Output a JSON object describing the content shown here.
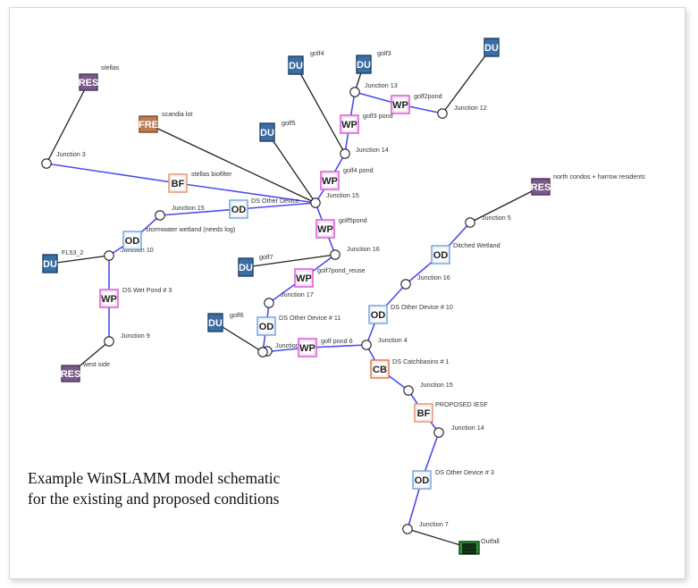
{
  "caption": {
    "line1": "Example WinSLAMM model schematic",
    "line2": "for the existing and proposed conditions"
  },
  "colors": {
    "edge": "#4c4cf0",
    "outfall_line": "#222222",
    "source_fill": "#3a6ea5",
    "res_fill": "#7a5a8a",
    "fre_fill": "#c07a50",
    "wp_fill": "#d84bd0",
    "od_fill": "#6fa0d8",
    "bf_fill": "#d89070",
    "cb_fill": "#d87040",
    "outfall_fill": "#2d9b3a"
  },
  "nodes": [
    {
      "id": "n1",
      "code": "RES",
      "label": "stellas"
    },
    {
      "id": "n2",
      "code": "FRE",
      "label": "scandia lot"
    },
    {
      "id": "n3",
      "code": "DU",
      "label": "golf4"
    },
    {
      "id": "n4",
      "code": "DU",
      "label": "golf3"
    },
    {
      "id": "n5",
      "code": "DU",
      "label": ""
    },
    {
      "id": "n6",
      "code": "WP",
      "label": "golf2pond"
    },
    {
      "id": "n7",
      "code": "WP",
      "label": "golf3 pond"
    },
    {
      "id": "n8",
      "code": "DU",
      "label": "golf5"
    },
    {
      "id": "n9",
      "code": "WP",
      "label": "golf4 pond"
    },
    {
      "id": "n10",
      "code": "BF",
      "label": "stellas biofilter"
    },
    {
      "id": "n11",
      "code": "OD",
      "label": "DS Other Device"
    },
    {
      "id": "n12",
      "code": "WP",
      "label": "golf5pond"
    },
    {
      "id": "n13",
      "code": "RES",
      "label": "north condos + harrow residents"
    },
    {
      "id": "n14",
      "code": "OD",
      "label": "stormwater wetland (needs log)"
    },
    {
      "id": "n15",
      "code": "DU",
      "label": "FL53_2"
    },
    {
      "id": "n16",
      "code": "WP",
      "label": "DS Wet Pond # 3"
    },
    {
      "id": "n17",
      "code": "RES",
      "label": "west side"
    },
    {
      "id": "n18",
      "code": "DU",
      "label": "golf7"
    },
    {
      "id": "n19",
      "code": "WP",
      "label": "golf7pond_reuse"
    },
    {
      "id": "n20",
      "code": "OD",
      "label": "Ditched Wetland"
    },
    {
      "id": "n21",
      "code": "OD",
      "label": "DS Other Device # 10"
    },
    {
      "id": "n22",
      "code": "DU",
      "label": "golf6"
    },
    {
      "id": "n23",
      "code": "OD",
      "label": "DS Other Device # 11"
    },
    {
      "id": "n24",
      "code": "WP",
      "label": "golf pond 6"
    },
    {
      "id": "n25",
      "code": "CB",
      "label": "DS Catchbasins # 1"
    },
    {
      "id": "n26",
      "code": "BF",
      "label": "PROPOSED IESF"
    },
    {
      "id": "n27",
      "code": "OD",
      "label": "DS Other Device # 3"
    },
    {
      "id": "n28",
      "code": "OUT",
      "label": "Outfall"
    }
  ],
  "junctions": [
    {
      "id": "j1",
      "label": "Junction 13"
    },
    {
      "id": "j2",
      "label": "Junction 12"
    },
    {
      "id": "j3",
      "label": "Junction 14"
    },
    {
      "id": "j4",
      "label": "Junction 3"
    },
    {
      "id": "j5",
      "label": "Junction 15"
    },
    {
      "id": "j6",
      "label": "Junction 15"
    },
    {
      "id": "j7",
      "label": "Junction 5"
    },
    {
      "id": "j8",
      "label": "Junction 10"
    },
    {
      "id": "j9",
      "label": "Junction 16"
    },
    {
      "id": "j10",
      "label": "Junction 16"
    },
    {
      "id": "j11",
      "label": "Junction 17"
    },
    {
      "id": "j12",
      "label": "Junction 9"
    },
    {
      "id": "j13",
      "label": "Junction"
    },
    {
      "id": "j14",
      "label": "Junction 4"
    },
    {
      "id": "j15",
      "label": "Junction 15"
    },
    {
      "id": "j16",
      "label": "Junction 14"
    },
    {
      "id": "j17",
      "label": "Junction 7"
    },
    {
      "id": "j18",
      "label": ""
    }
  ],
  "edges": [
    [
      "n1",
      "j4"
    ],
    [
      "n2",
      "j5"
    ],
    [
      "n3",
      "j3"
    ],
    [
      "n4",
      "j1"
    ],
    [
      "n5",
      "j2"
    ],
    [
      "j1",
      "n6"
    ],
    [
      "n6",
      "j2"
    ],
    [
      "j1",
      "n7"
    ],
    [
      "n7",
      "j3"
    ],
    [
      "j3",
      "n9"
    ],
    [
      "n8",
      "j5"
    ],
    [
      "n9",
      "j5"
    ],
    [
      "j4",
      "n10"
    ],
    [
      "n10",
      "j5"
    ],
    [
      "n11",
      "j5"
    ],
    [
      "j6",
      "n11"
    ],
    [
      "n14",
      "j6"
    ],
    [
      "j8",
      "n14"
    ],
    [
      "n15",
      "j8"
    ],
    [
      "j8",
      "n16"
    ],
    [
      "n16",
      "j12"
    ],
    [
      "n17",
      "j12"
    ],
    [
      "j5",
      "n12"
    ],
    [
      "n12",
      "j9"
    ],
    [
      "n18",
      "j9"
    ],
    [
      "j9",
      "n19"
    ],
    [
      "n19",
      "j11"
    ],
    [
      "j11",
      "n23"
    ],
    [
      "n23",
      "j18"
    ],
    [
      "n22",
      "j18"
    ],
    [
      "j18",
      "n24"
    ],
    [
      "n24",
      "j14"
    ],
    [
      "n13",
      "j7"
    ],
    [
      "j7",
      "n20"
    ],
    [
      "n20",
      "j10"
    ],
    [
      "j10",
      "n21"
    ],
    [
      "n21",
      "j14"
    ],
    [
      "j14",
      "n25"
    ],
    [
      "n25",
      "j15"
    ],
    [
      "j15",
      "n26"
    ],
    [
      "n26",
      "j16"
    ],
    [
      "j16",
      "n27"
    ],
    [
      "n27",
      "j17"
    ],
    [
      "j17",
      "n28"
    ]
  ]
}
